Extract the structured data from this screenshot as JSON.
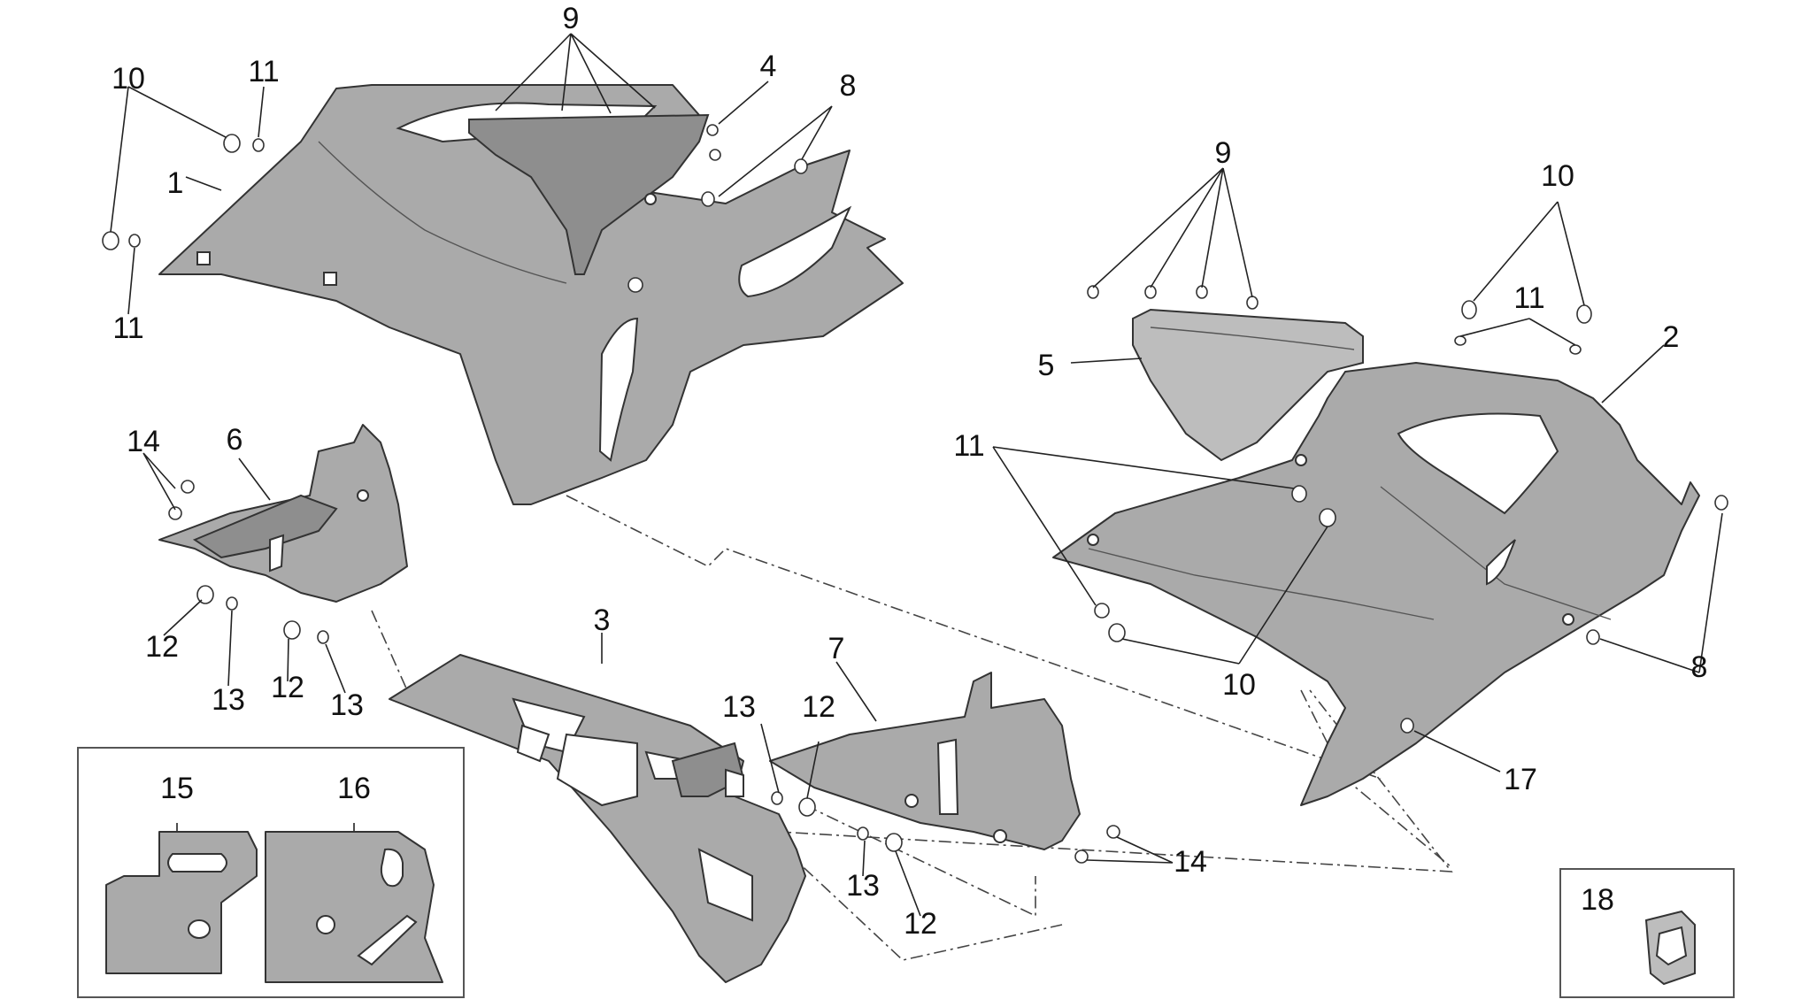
{
  "callouts": {
    "c1": "1",
    "c2": "2",
    "c3": "3",
    "c4": "4",
    "c5": "5",
    "c6": "6",
    "c7": "7",
    "c8a": "8",
    "c8b": "8",
    "c9a": "9",
    "c9b": "9",
    "c10a": "10",
    "c10b": "10",
    "c10c": "10",
    "c11a": "11",
    "c11b": "11",
    "c11c": "11",
    "c11d": "11",
    "c12a": "12",
    "c12b": "12",
    "c12c": "12",
    "c12d": "12",
    "c13a": "13",
    "c13b": "13",
    "c13c": "13",
    "c13d": "13",
    "c14a": "14",
    "c14b": "14",
    "c15": "15",
    "c16": "16",
    "c17": "17",
    "c18": "18"
  }
}
